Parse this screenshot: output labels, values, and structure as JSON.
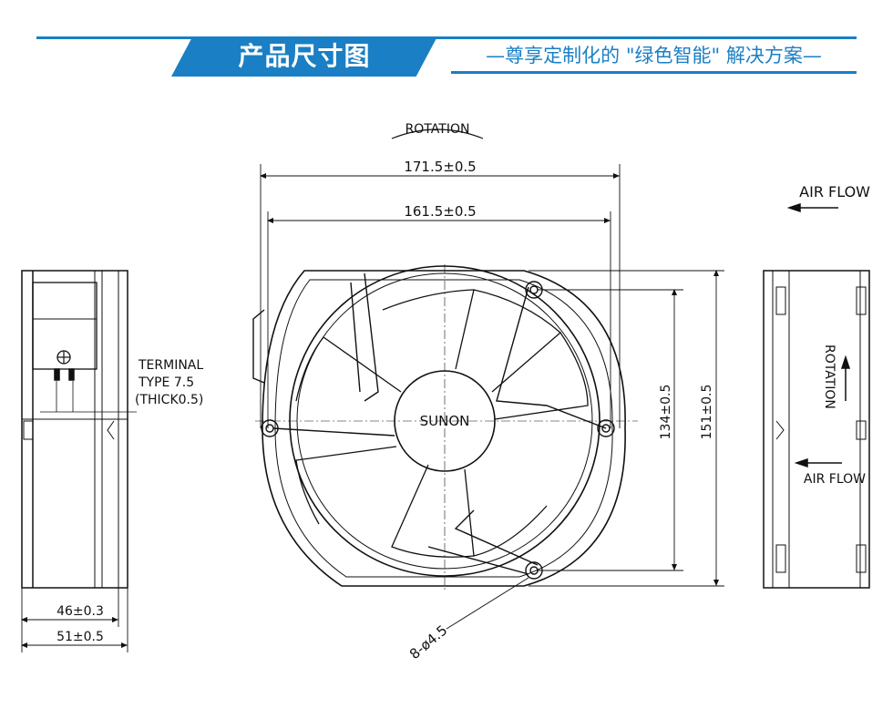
{
  "header": {
    "title": "产品尺寸图",
    "subtitle": "—尊享定制化的 \"绿色智能\" 解决方案—"
  },
  "labels": {
    "rotation_top": "ROTATION",
    "width_outer": "171.5±0.5",
    "width_inner": "161.5±0.5",
    "height_inner": "134±0.5",
    "height_outer": "151±0.5",
    "brand": "SUNON",
    "holes": "8-ø4.5",
    "terminal_1": "TERMINAL",
    "terminal_2": "TYPE  7.5",
    "terminal_3": "(THICK0.5)",
    "depth_inner": "46±0.3",
    "depth_outer": "51±0.5",
    "airflow_top": "AIR  FLOW",
    "rotation_side": "ROTATION",
    "airflow_side": "AIR  FLOW"
  },
  "colors": {
    "accent": "#1a7fc4",
    "line": "#111111"
  }
}
